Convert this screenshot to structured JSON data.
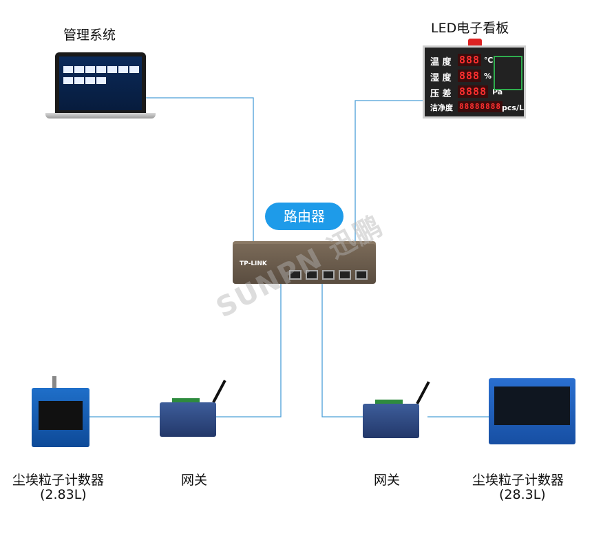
{
  "labels": {
    "management": "管理系统",
    "led_board": "LED电子看板",
    "router": "路由器",
    "gateway_left": "网关",
    "gateway_right": "网关",
    "counter_left_name": "尘埃粒子计数器",
    "counter_left_spec": "(2.83L)",
    "counter_right_name": "尘埃粒子计数器",
    "counter_right_spec": "(28.3L)"
  },
  "led": {
    "rows": [
      {
        "label": "温 度",
        "digits": "888",
        "unit": "℃"
      },
      {
        "label": "湿 度",
        "digits": "888",
        "unit": "%"
      },
      {
        "label": "压 差",
        "digits": "8888",
        "unit": "Pa"
      },
      {
        "label": "洁净度",
        "digits": "88888888",
        "unit": "pcs/L"
      }
    ]
  },
  "router_brand": "TP-LINK",
  "watermark": "SUNPN 迅鹏",
  "colors": {
    "line": "#4a9fd8",
    "pill": "#1e9be9"
  }
}
